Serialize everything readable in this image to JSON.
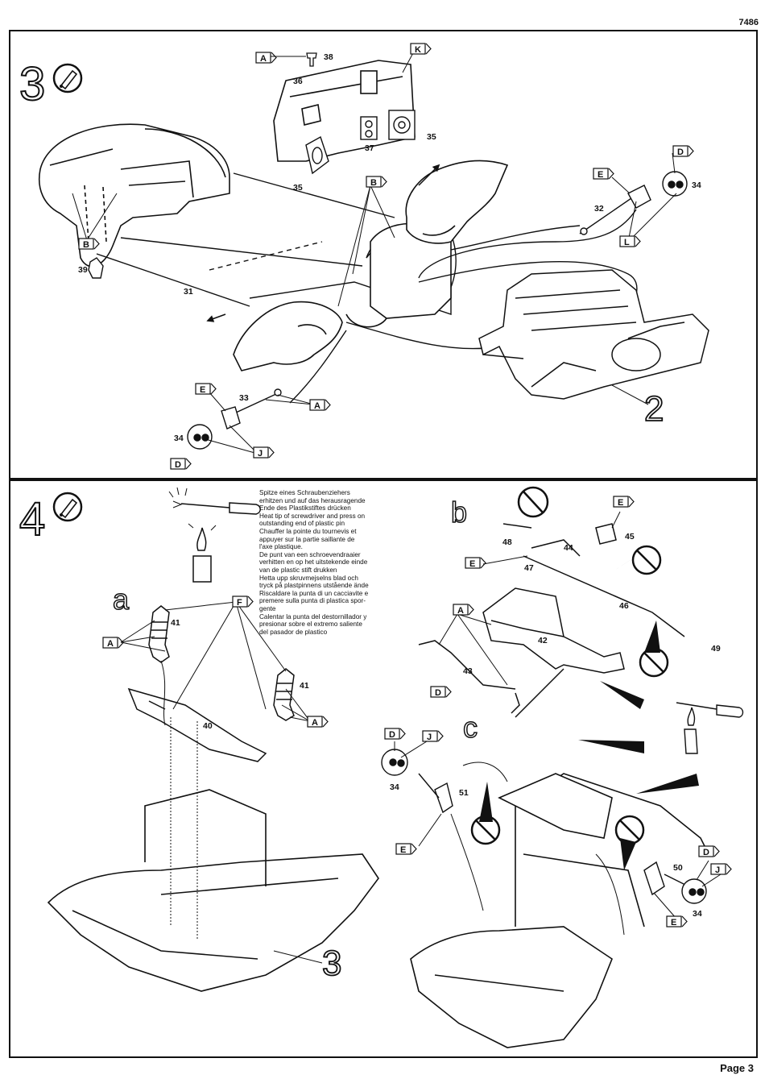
{
  "header": {
    "code": "7486"
  },
  "footer": {
    "page": "Page 3"
  },
  "steps": {
    "step3": {
      "number": "3",
      "subassembly": "2"
    },
    "step4": {
      "number": "4",
      "subassembly": "3",
      "sub_a": "a",
      "sub_b": "b",
      "sub_c": "c"
    }
  },
  "note_lines": [
    "Spitze eines Schraubenziehers",
    "erhitzen und auf das herausragende",
    "Ende des Plastikstiftes drücken",
    "Heat tip of screwdriver and press on",
    "outstanding end of plastic pin",
    "Chauffer la pointe du tournevis et",
    "appuyer sur la partie saillante de",
    "l'axe plastique.",
    "De punt van een schroevendraaier",
    "verhitten en op het uitstekende einde",
    "van de plastic stift drukken",
    "Hetta upp skruvmejselns blad och",
    "tryck på plastpinnens utstående ände",
    "Riscaldare la punta di un cacciavite e",
    "premere sulla punta di plastica spor-",
    "gente",
    "Calentar la punta del destornillador y",
    "presionar sobre el extremo saliente",
    "del pasador de plastico"
  ],
  "parts": {
    "p31": "31",
    "p32": "32",
    "p33": "33",
    "p34a": "34",
    "p34b": "34",
    "p35a": "35",
    "p35b": "35",
    "p36": "36",
    "p37": "37",
    "p38": "38",
    "p39": "39",
    "p40": "40",
    "p41a": "41",
    "p41b": "41",
    "p42": "42",
    "p43": "43",
    "p44": "44",
    "p45": "45",
    "p46": "46",
    "p47": "47",
    "p48": "48",
    "p49": "49",
    "p50": "50",
    "p51": "51",
    "p34c": "34",
    "p34d": "34"
  },
  "tags": {
    "t1": "A",
    "t2": "K",
    "t3": "B",
    "t4": "B",
    "t5": "D",
    "t6": "E",
    "t7": "L",
    "t8": "E",
    "t9": "A",
    "t10": "J",
    "t11": "D",
    "t12": "F",
    "t13": "A",
    "t14": "A",
    "t15": "E",
    "t16": "E",
    "t17": "A",
    "t18": "D",
    "t19": "D",
    "t20": "J",
    "t21": "E",
    "t22": "D",
    "t23": "J",
    "t24": "E"
  }
}
